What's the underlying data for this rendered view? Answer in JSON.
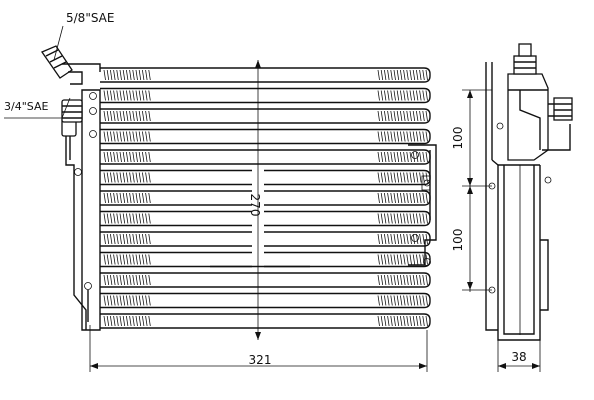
{
  "labels": {
    "port_top": "5/8\"SAE",
    "port_bottom": "3/4\"SAE",
    "width": "321",
    "height": "270",
    "depth": "38",
    "spacing_upper": "100",
    "spacing_lower": "100"
  },
  "icons": [
    "fitting-icon",
    "mounting-bracket-icon"
  ],
  "colors": {
    "ink": "#111111",
    "background": "#ffffff"
  }
}
